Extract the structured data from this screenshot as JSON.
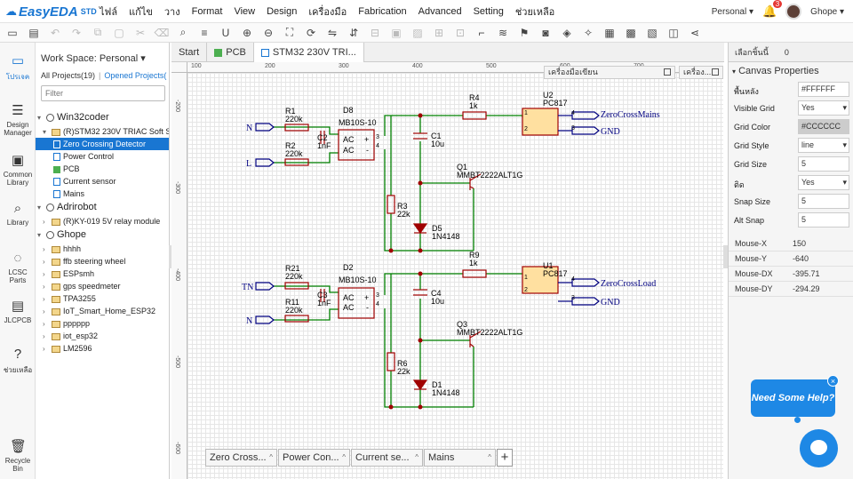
{
  "app": {
    "logo": "EasyEDA",
    "logo_sub": "STD"
  },
  "menu": [
    "ไฟล์",
    "แก้ไข",
    "วาง",
    "Format",
    "View",
    "Design",
    "เครื่องมือ",
    "Fabrication",
    "Advanced",
    "Setting",
    "ช่วยเหลือ"
  ],
  "top_right": {
    "workspace": "Personal ▾",
    "notifications": "3",
    "user": "Ghope ▾"
  },
  "left_rail": [
    {
      "label": "โปรเจค"
    },
    {
      "label": "Design Manager"
    },
    {
      "label": "Common Library"
    },
    {
      "label": "Library"
    },
    {
      "label": "LCSC Parts"
    },
    {
      "label": "JLCPCB"
    },
    {
      "label": "ช่วยเหลือ"
    },
    {
      "label": "Recycle Bin"
    }
  ],
  "panel": {
    "workspace": "Work Space: Personal ▾",
    "all_projects": "All Projects(19)",
    "opened_projects": "Opened Projects(",
    "filter_placeholder": "Filter",
    "tree": [
      {
        "label": "Win32coder",
        "level": 0,
        "kind": "person"
      },
      {
        "label": "(R)STM32 230V TRIAC Soft Sta",
        "level": 1,
        "kind": "folder"
      },
      {
        "label": "Zero Crossing Detector",
        "level": 2,
        "kind": "doc",
        "selected": true
      },
      {
        "label": "Power Control",
        "level": 2,
        "kind": "doc"
      },
      {
        "label": "PCB",
        "level": 2,
        "kind": "pcb"
      },
      {
        "label": "Current sensor",
        "level": 2,
        "kind": "doc"
      },
      {
        "label": "Mains",
        "level": 2,
        "kind": "doc"
      },
      {
        "label": "Adrirobot",
        "level": 0,
        "kind": "person"
      },
      {
        "label": "(R)KY-019 5V relay module",
        "level": 1,
        "kind": "folder"
      },
      {
        "label": "Ghope",
        "level": 0,
        "kind": "person"
      },
      {
        "label": "hhhh",
        "level": 1,
        "kind": "folder"
      },
      {
        "label": "ffb steering wheel",
        "level": 1,
        "kind": "folder"
      },
      {
        "label": "ESPsmh",
        "level": 1,
        "kind": "folder"
      },
      {
        "label": "gps speedmeter",
        "level": 1,
        "kind": "folder"
      },
      {
        "label": "TPA3255",
        "level": 1,
        "kind": "folder"
      },
      {
        "label": "IoT_Smart_Home_ESP32",
        "level": 1,
        "kind": "folder"
      },
      {
        "label": "pppppp",
        "level": 1,
        "kind": "folder"
      },
      {
        "label": "iot_esp32",
        "level": 1,
        "kind": "folder"
      },
      {
        "label": "LM2596",
        "level": 1,
        "kind": "folder"
      }
    ]
  },
  "tabs": [
    "Start",
    "PCB",
    "STM32 230V TRI..."
  ],
  "rulers": {
    "top": [
      "100",
      "200",
      "300",
      "400",
      "500",
      "600",
      "700"
    ],
    "left": [
      "-200",
      "-300",
      "-400",
      "-500",
      "-600"
    ]
  },
  "subwindows": {
    "drawing_tools": "เครื่องมือเขียน",
    "other": "เครื่อง..."
  },
  "sheet_tabs": [
    "Zero Cross...",
    "Power Con...",
    "Current se...",
    "Mains"
  ],
  "sheet_add": "+",
  "properties": {
    "header_label": "เลือกชิ้นนี้",
    "header_count": "0",
    "title": "Canvas Properties",
    "rows": [
      {
        "label": "พื้นหลัง",
        "value": "#FFFFFF",
        "type": "text"
      },
      {
        "label": "Visible Grid",
        "value": "Yes",
        "type": "select"
      },
      {
        "label": "Grid Color",
        "value": "#CCCCCC",
        "type": "color"
      },
      {
        "label": "Grid Style",
        "value": "line",
        "type": "select"
      },
      {
        "label": "Grid Size",
        "value": "5",
        "type": "text"
      },
      {
        "label": "ติด",
        "value": "Yes",
        "type": "select"
      },
      {
        "label": "Snap Size",
        "value": "5",
        "type": "text"
      },
      {
        "label": "Alt Snap",
        "value": "5",
        "type": "text"
      }
    ],
    "mouse": [
      {
        "label": "Mouse-X",
        "value": "150"
      },
      {
        "label": "Mouse-Y",
        "value": "-640"
      },
      {
        "label": "Mouse-DX",
        "value": "-395.71"
      },
      {
        "label": "Mouse-DY",
        "value": "-294.29"
      }
    ]
  },
  "help": {
    "bubble": "Need Some Help?",
    "close": "×"
  },
  "schematic": {
    "labels": {
      "r1": "R1",
      "r1v": "220k",
      "r2": "R2",
      "r2v": "220k",
      "c2": "C2",
      "c2v": "1nF",
      "d8": "D8",
      "d8v": "MB10S-10",
      "r4": "R4",
      "r4v": "1k",
      "u2": "U2",
      "u2v": "PC817",
      "c1": "C1",
      "c1v": "10u",
      "q1": "Q1",
      "q1v": "MMBT2222ALT1G",
      "r3": "R3",
      "r3v": "22k",
      "d5": "D5",
      "d5v": "1N4148",
      "n1": "N",
      "l1": "L",
      "zc_mains": "ZeroCrossMains",
      "gnd1": "GND",
      "r21": "R21",
      "r21v": "220k",
      "r11": "R11",
      "r11v": "220k",
      "c3": "C3",
      "c3v": "1nF",
      "d2": "D2",
      "d2v": "MB10S-10",
      "r9": "R9",
      "r9v": "1k",
      "u1": "U1",
      "u1v": "PC817",
      "c4": "C4",
      "c4v": "10u",
      "q3": "Q3",
      "q3v": "MMBT2222ALT1G",
      "r6": "R6",
      "r6v": "22k",
      "d1": "D1",
      "d1v": "1N4148",
      "tn": "TN",
      "n2": "N",
      "zc_load": "ZeroCrossLoad",
      "gnd2": "GND",
      "ac": "AC",
      "plus": "+",
      "minus": "-",
      "pin1": "1",
      "pin2": "2",
      "pin3": "3",
      "pin4": "4"
    }
  },
  "colors": {
    "accent": "#1976d2",
    "wire": "#008000",
    "component": "#a00000",
    "net_label": "#000080",
    "optocoupler": "#ffe0a0"
  }
}
